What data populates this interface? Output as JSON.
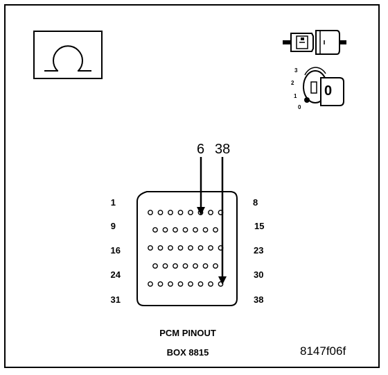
{
  "callout": {
    "pin_a": "6",
    "pin_b": "38"
  },
  "left_labels": [
    "1",
    "9",
    "16",
    "24",
    "31"
  ],
  "right_labels": [
    "8",
    "15",
    "23",
    "30",
    "38"
  ],
  "caption": {
    "line1": "PCM PINOUT",
    "line2": "BOX 8815"
  },
  "figure_id": "8147f06f",
  "ignition": {
    "positions": [
      "3",
      "2",
      "1",
      "0"
    ],
    "key_label": "0"
  },
  "icons": [
    "ohm-meter-icon",
    "connector-icon",
    "ignition-key-icon"
  ]
}
